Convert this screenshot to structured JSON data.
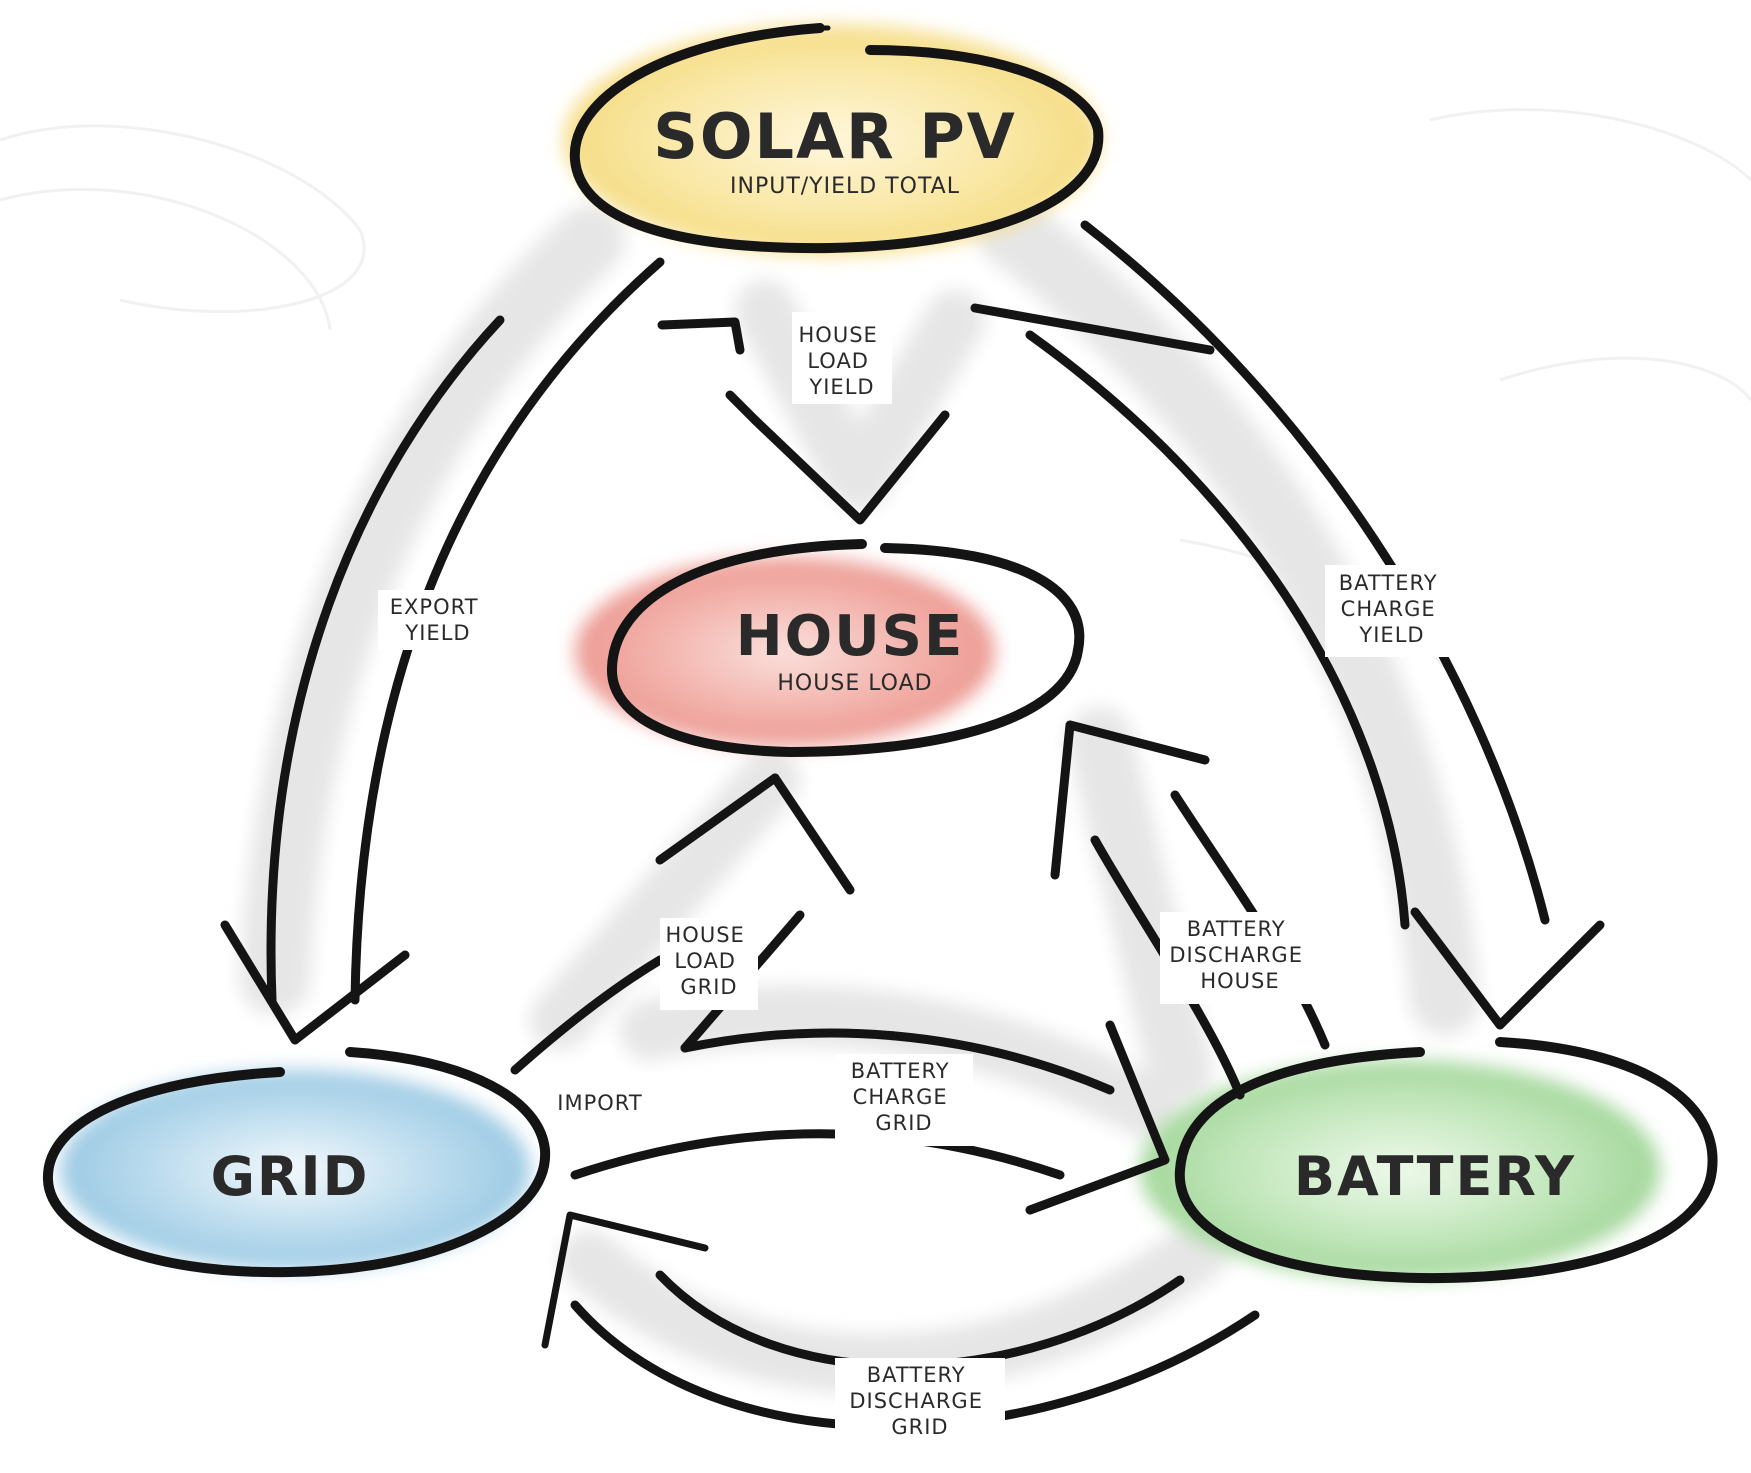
{
  "nodes": {
    "solar": {
      "title": "SOLAR PV",
      "subtitle": "INPUT/YIELD TOTAL",
      "color": "#f6df8a"
    },
    "house": {
      "title": "HOUSE",
      "subtitle": "HOUSE LOAD",
      "color": "#ef9f98"
    },
    "grid": {
      "title": "GRID",
      "subtitle": "",
      "color": "#9fcbe3"
    },
    "battery": {
      "title": "BATTERY",
      "subtitle": "",
      "color": "#a7d9a0"
    }
  },
  "flows": {
    "house_load_yield": {
      "lines": [
        "HOUSE",
        "LOAD",
        "YIELD"
      ]
    },
    "export_yield": {
      "lines": [
        "EXPORT",
        "YIELD"
      ]
    },
    "battery_charge_yield": {
      "lines": [
        "BATTERY",
        "CHARGE",
        "YIELD"
      ]
    },
    "house_load_grid": {
      "lines": [
        "HOUSE",
        "LOAD",
        "GRID"
      ]
    },
    "battery_discharge_house": {
      "lines": [
        "BATTERY",
        "DISCHARGE",
        "HOUSE"
      ]
    },
    "import": {
      "lines": [
        "IMPORT"
      ]
    },
    "battery_charge_grid": {
      "lines": [
        "BATTERY",
        "CHARGE",
        "GRID"
      ]
    },
    "battery_discharge_grid": {
      "lines": [
        "BATTERY",
        "DISCHARGE",
        "GRID"
      ]
    }
  }
}
